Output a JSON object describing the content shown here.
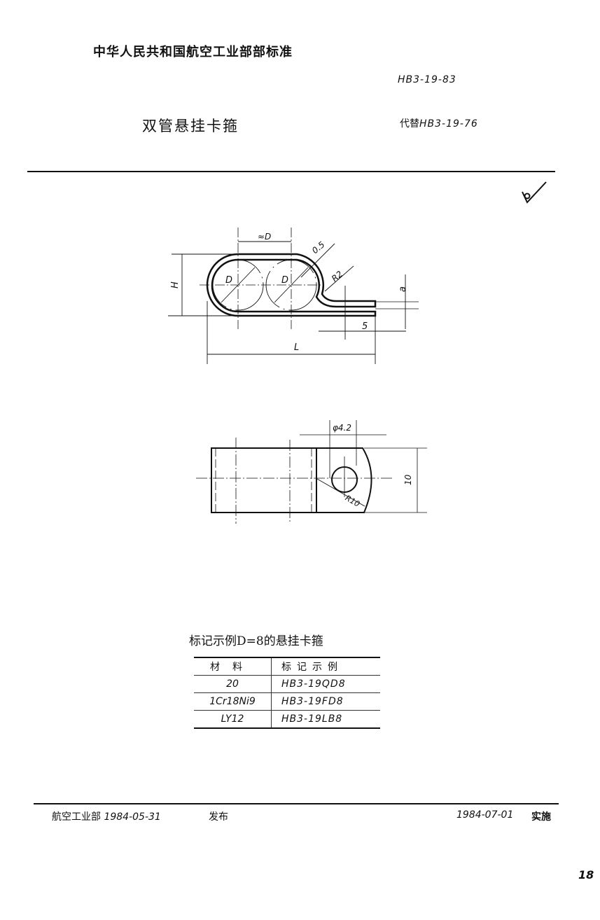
{
  "header": {
    "organization": "中华人民共和国航空工业部部标准",
    "standard_code": "HB3-19-83",
    "title": "双管悬挂卡箍",
    "replaces_label": "代替",
    "replaces_code": "HB3-19-76"
  },
  "surface_finish": {
    "icon": "roughness-symbol-icon"
  },
  "drawing_top": {
    "labels": {
      "width_approx": "≈D",
      "diameter_left": "D",
      "diameter_right": "D",
      "thickness": "0.5",
      "bend_radius": "R2",
      "height": "H",
      "offset": "a",
      "tab": "5",
      "length": "L"
    }
  },
  "drawing_bottom": {
    "labels": {
      "hole_diameter": "φ4.2",
      "end_radius": "R10",
      "width": "10"
    }
  },
  "marking_table": {
    "caption": "标记示例D=8的悬挂卡箍",
    "headers": [
      "材料",
      "标记示例"
    ],
    "rows": [
      {
        "material": "20",
        "marking": "HB3-19QD8"
      },
      {
        "material": "1Cr18Ni9",
        "marking": "HB3-19FD8"
      },
      {
        "material": "LY12",
        "marking": "HB3-19LB8"
      }
    ]
  },
  "footer": {
    "issuer": "航空工业部",
    "issue_date": "1984-05-31",
    "publish_label": "发布",
    "effective_date": "1984-07-01",
    "implement_label": "实施"
  },
  "page_number": "18"
}
